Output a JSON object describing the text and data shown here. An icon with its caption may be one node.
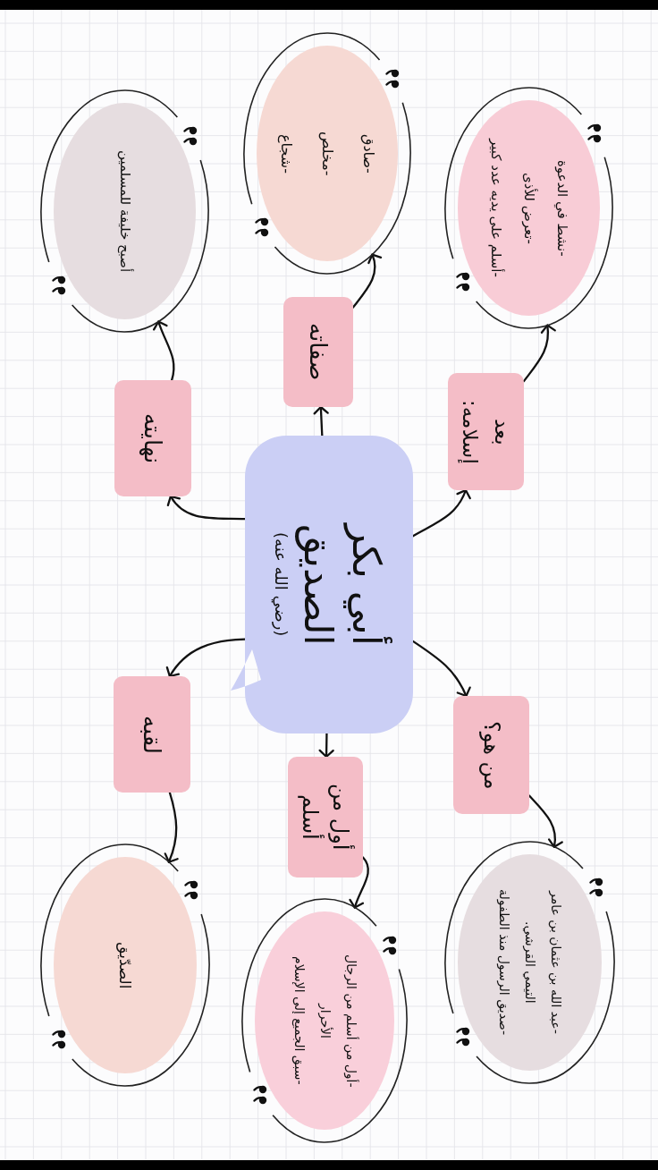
{
  "diagram": {
    "nodes": [
      {
        "text": [
          "أبي بكر الصديق",
          "(رضي الله عنه)"
        ]
      },
      {
        "text": [
          "من هو؟"
        ]
      },
      {
        "text": [
          "-عبد الله بن عثمان بن عامر التيمي القرشي.",
          "-صديق الرسول منذ الطفولة"
        ]
      },
      {
        "text": [
          "أول من أسلم"
        ]
      },
      {
        "text": [
          "-أول من أسلم من الرجال الأحرار",
          "-سبق الجميع إلى الإسلام"
        ]
      },
      {
        "text": [
          "لقبه"
        ]
      },
      {
        "text": [
          "الصدّيق"
        ]
      },
      {
        "text": [
          "نهايته"
        ]
      },
      {
        "text": [
          "أصبح خليفة للمسلمين"
        ]
      },
      {
        "text": [
          "صفاته"
        ]
      },
      {
        "text": [
          "-صادق",
          "-مخلص",
          "-شجاع"
        ]
      },
      {
        "text": [
          "بعد إسلامه:"
        ]
      },
      {
        "text": [
          "-نشط في الدعوة",
          "-تعرض للأذى",
          "-أسلم على يديه عدد كبير"
        ]
      }
    ],
    "edges": [
      {
        "from": 0,
        "to": 1,
        "arrow": "to"
      },
      {
        "from": 0,
        "to": 3,
        "arrow": "to"
      },
      {
        "from": 0,
        "to": 5,
        "arrow": "to"
      },
      {
        "from": 0,
        "to": 7,
        "arrow": "to"
      },
      {
        "from": 0,
        "to": 9,
        "arrow": "to"
      },
      {
        "from": 0,
        "to": 11,
        "arrow": "to"
      },
      {
        "from": 1,
        "to": 2,
        "arrow": "to"
      },
      {
        "from": 3,
        "to": 4,
        "arrow": "to"
      },
      {
        "from": 5,
        "to": 6,
        "arrow": "to"
      },
      {
        "from": 7,
        "to": 8,
        "arrow": "to"
      },
      {
        "from": 9,
        "to": 10,
        "arrow": "to"
      },
      {
        "from": 11,
        "to": 12,
        "arrow": "to"
      }
    ]
  }
}
